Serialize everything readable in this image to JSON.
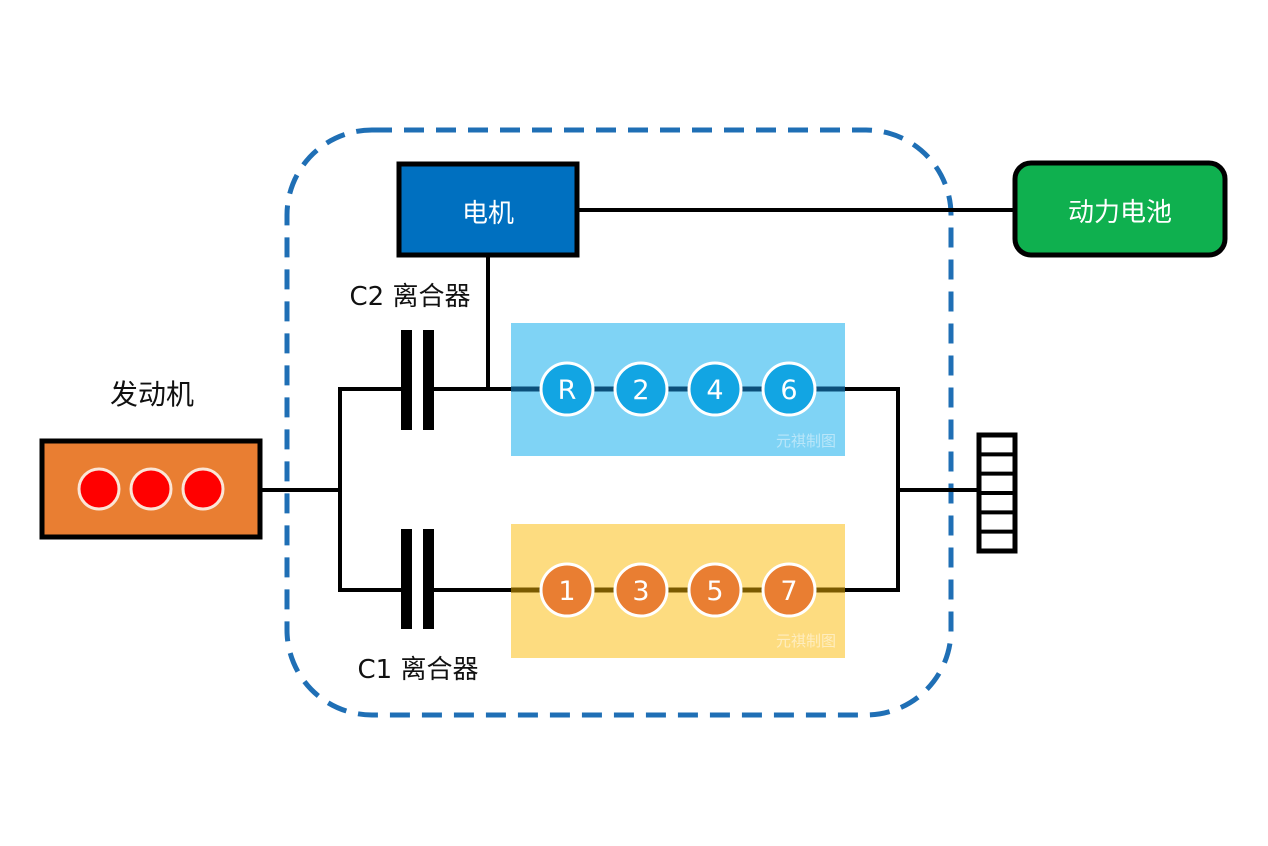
{
  "colors": {
    "background": "#ffffff",
    "boundary_dash": "#1f6fb5",
    "line": "#000000",
    "motor_fill": "#0070c0",
    "battery_fill": "#0fb04f",
    "engine_fill": "#e97e32",
    "cylinder_fill": "#ff0000",
    "cylinder_ring": "#fbe5d6",
    "even_panel": "#7fd3f5",
    "even_gear": "#12a5e3",
    "even_shaft": "#0b4f7a",
    "odd_panel": "#fddc80",
    "odd_gear": "#e97e32",
    "odd_shaft": "#7a5a00",
    "gear_ring": "#ffffff",
    "watermark": "#ffffff"
  },
  "labels": {
    "motor": "电机",
    "battery": "动力电池",
    "engine": "发动机",
    "clutch_c2": "C2 离合器",
    "clutch_c1": "C1 离合器"
  },
  "engine": {
    "cylinders": 3
  },
  "even_shaft": {
    "gears": [
      "R",
      "2",
      "4",
      "6"
    ],
    "watermark": "元祺制图"
  },
  "odd_shaft": {
    "gears": [
      "1",
      "3",
      "5",
      "7"
    ],
    "watermark": "元祺制图"
  },
  "output": {
    "teeth_rows": 6
  }
}
